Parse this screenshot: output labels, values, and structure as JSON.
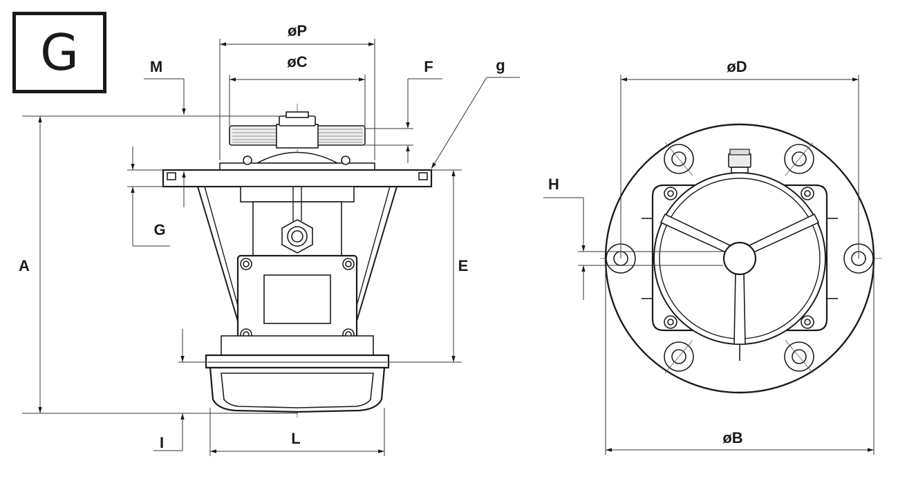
{
  "badge": {
    "letter": "G"
  },
  "labels": {
    "phiP": "øP",
    "phiC": "øC",
    "M": "M",
    "F": "F",
    "g": "g",
    "A": "A",
    "G": "G",
    "E": "E",
    "I": "I",
    "L": "L",
    "phiD": "øD",
    "H": "H",
    "phiB": "øB"
  }
}
